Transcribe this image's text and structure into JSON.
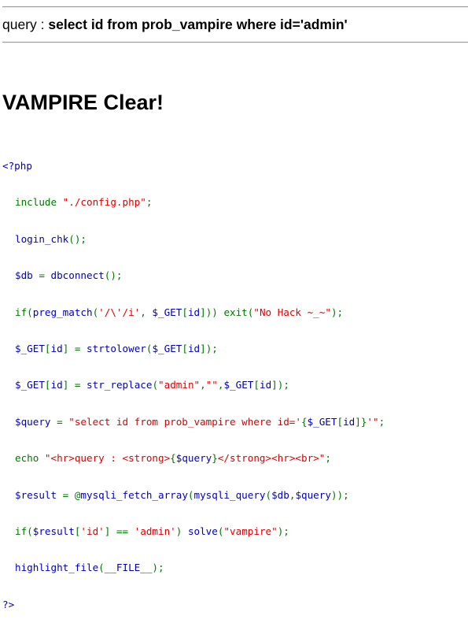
{
  "query_prefix": "query : ",
  "query_text": "select id from prob_vampire where id='admin'",
  "result_title": "VAMPIRE Clear!",
  "source_code": {
    "line1": [
      {
        "t": "<?php",
        "c": "default"
      }
    ],
    "line2": [
      {
        "t": "include ",
        "c": "keyword"
      },
      {
        "t": "\"./config.php\"",
        "c": "string"
      },
      {
        "t": ";",
        "c": "keyword"
      }
    ],
    "line3": [
      {
        "t": "login_chk",
        "c": "default"
      },
      {
        "t": "();",
        "c": "keyword"
      }
    ],
    "line4": [
      {
        "t": "$db ",
        "c": "default"
      },
      {
        "t": "= ",
        "c": "keyword"
      },
      {
        "t": "dbconnect",
        "c": "default"
      },
      {
        "t": "();",
        "c": "keyword"
      }
    ],
    "line5": [
      {
        "t": "if(",
        "c": "keyword"
      },
      {
        "t": "preg_match",
        "c": "default"
      },
      {
        "t": "(",
        "c": "keyword"
      },
      {
        "t": "'/\\'/i'",
        "c": "string"
      },
      {
        "t": ", ",
        "c": "keyword"
      },
      {
        "t": "$_GET",
        "c": "default"
      },
      {
        "t": "[",
        "c": "keyword"
      },
      {
        "t": "id",
        "c": "default"
      },
      {
        "t": "])) exit(",
        "c": "keyword"
      },
      {
        "t": "\"No Hack ~_~\"",
        "c": "string"
      },
      {
        "t": ");",
        "c": "keyword"
      }
    ],
    "line6": [
      {
        "t": "$_GET",
        "c": "default"
      },
      {
        "t": "[",
        "c": "keyword"
      },
      {
        "t": "id",
        "c": "default"
      },
      {
        "t": "] = ",
        "c": "keyword"
      },
      {
        "t": "strtolower",
        "c": "default"
      },
      {
        "t": "(",
        "c": "keyword"
      },
      {
        "t": "$_GET",
        "c": "default"
      },
      {
        "t": "[",
        "c": "keyword"
      },
      {
        "t": "id",
        "c": "default"
      },
      {
        "t": "]);",
        "c": "keyword"
      }
    ],
    "line7": [
      {
        "t": "$_GET",
        "c": "default"
      },
      {
        "t": "[",
        "c": "keyword"
      },
      {
        "t": "id",
        "c": "default"
      },
      {
        "t": "] = ",
        "c": "keyword"
      },
      {
        "t": "str_replace",
        "c": "default"
      },
      {
        "t": "(",
        "c": "keyword"
      },
      {
        "t": "\"admin\"",
        "c": "string"
      },
      {
        "t": ",",
        "c": "keyword"
      },
      {
        "t": "\"\"",
        "c": "string"
      },
      {
        "t": ",",
        "c": "keyword"
      },
      {
        "t": "$_GET",
        "c": "default"
      },
      {
        "t": "[",
        "c": "keyword"
      },
      {
        "t": "id",
        "c": "default"
      },
      {
        "t": "]);",
        "c": "keyword"
      }
    ],
    "line8": [
      {
        "t": "$query ",
        "c": "default"
      },
      {
        "t": "= ",
        "c": "keyword"
      },
      {
        "t": "\"select id from prob_vampire where id='",
        "c": "string"
      },
      {
        "t": "{",
        "c": "keyword"
      },
      {
        "t": "$_GET",
        "c": "default"
      },
      {
        "t": "[",
        "c": "keyword"
      },
      {
        "t": "id",
        "c": "default"
      },
      {
        "t": "]}",
        "c": "keyword"
      },
      {
        "t": "'\"",
        "c": "string"
      },
      {
        "t": ";",
        "c": "keyword"
      }
    ],
    "line9": [
      {
        "t": "echo ",
        "c": "keyword"
      },
      {
        "t": "\"<hr>query : <strong>",
        "c": "string"
      },
      {
        "t": "{",
        "c": "keyword"
      },
      {
        "t": "$query",
        "c": "default"
      },
      {
        "t": "}",
        "c": "keyword"
      },
      {
        "t": "</strong><hr><br>\"",
        "c": "string"
      },
      {
        "t": ";",
        "c": "keyword"
      }
    ],
    "line10": [
      {
        "t": "$result ",
        "c": "default"
      },
      {
        "t": "= @",
        "c": "keyword"
      },
      {
        "t": "mysqli_fetch_array",
        "c": "default"
      },
      {
        "t": "(",
        "c": "keyword"
      },
      {
        "t": "mysqli_query",
        "c": "default"
      },
      {
        "t": "(",
        "c": "keyword"
      },
      {
        "t": "$db",
        "c": "default"
      },
      {
        "t": ",",
        "c": "keyword"
      },
      {
        "t": "$query",
        "c": "default"
      },
      {
        "t": "));",
        "c": "keyword"
      }
    ],
    "line11": [
      {
        "t": "if(",
        "c": "keyword"
      },
      {
        "t": "$result",
        "c": "default"
      },
      {
        "t": "[",
        "c": "keyword"
      },
      {
        "t": "'id'",
        "c": "string"
      },
      {
        "t": "] == ",
        "c": "keyword"
      },
      {
        "t": "'admin'",
        "c": "string"
      },
      {
        "t": ") ",
        "c": "keyword"
      },
      {
        "t": "solve",
        "c": "default"
      },
      {
        "t": "(",
        "c": "keyword"
      },
      {
        "t": "\"vampire\"",
        "c": "string"
      },
      {
        "t": ");",
        "c": "keyword"
      }
    ],
    "line12": [
      {
        "t": "highlight_file",
        "c": "default"
      },
      {
        "t": "(",
        "c": "keyword"
      },
      {
        "t": "__FILE__",
        "c": "default"
      },
      {
        "t": ");",
        "c": "keyword"
      }
    ],
    "line13": [
      {
        "t": "?>",
        "c": "default"
      }
    ]
  },
  "syntax_colors": {
    "html": "#000000",
    "default": "#0000BB",
    "keyword": "#007700",
    "string": "#DD0000"
  }
}
